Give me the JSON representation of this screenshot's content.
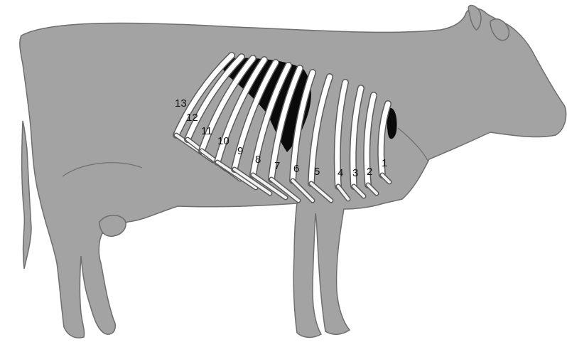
{
  "colors": {
    "body": "#a3a3a3",
    "outline": "#6e6e6e",
    "rib": "#ffffff",
    "rib_outline": "#5a5a5a",
    "organ": "#0a0a0a"
  },
  "ribs": [
    {
      "number": "13"
    },
    {
      "number": "12"
    },
    {
      "number": "11"
    },
    {
      "number": "10"
    },
    {
      "number": "9"
    },
    {
      "number": "8"
    },
    {
      "number": "7"
    },
    {
      "number": "6"
    },
    {
      "number": "5"
    },
    {
      "number": "4"
    },
    {
      "number": "3"
    },
    {
      "number": "2"
    },
    {
      "number": "1"
    }
  ]
}
